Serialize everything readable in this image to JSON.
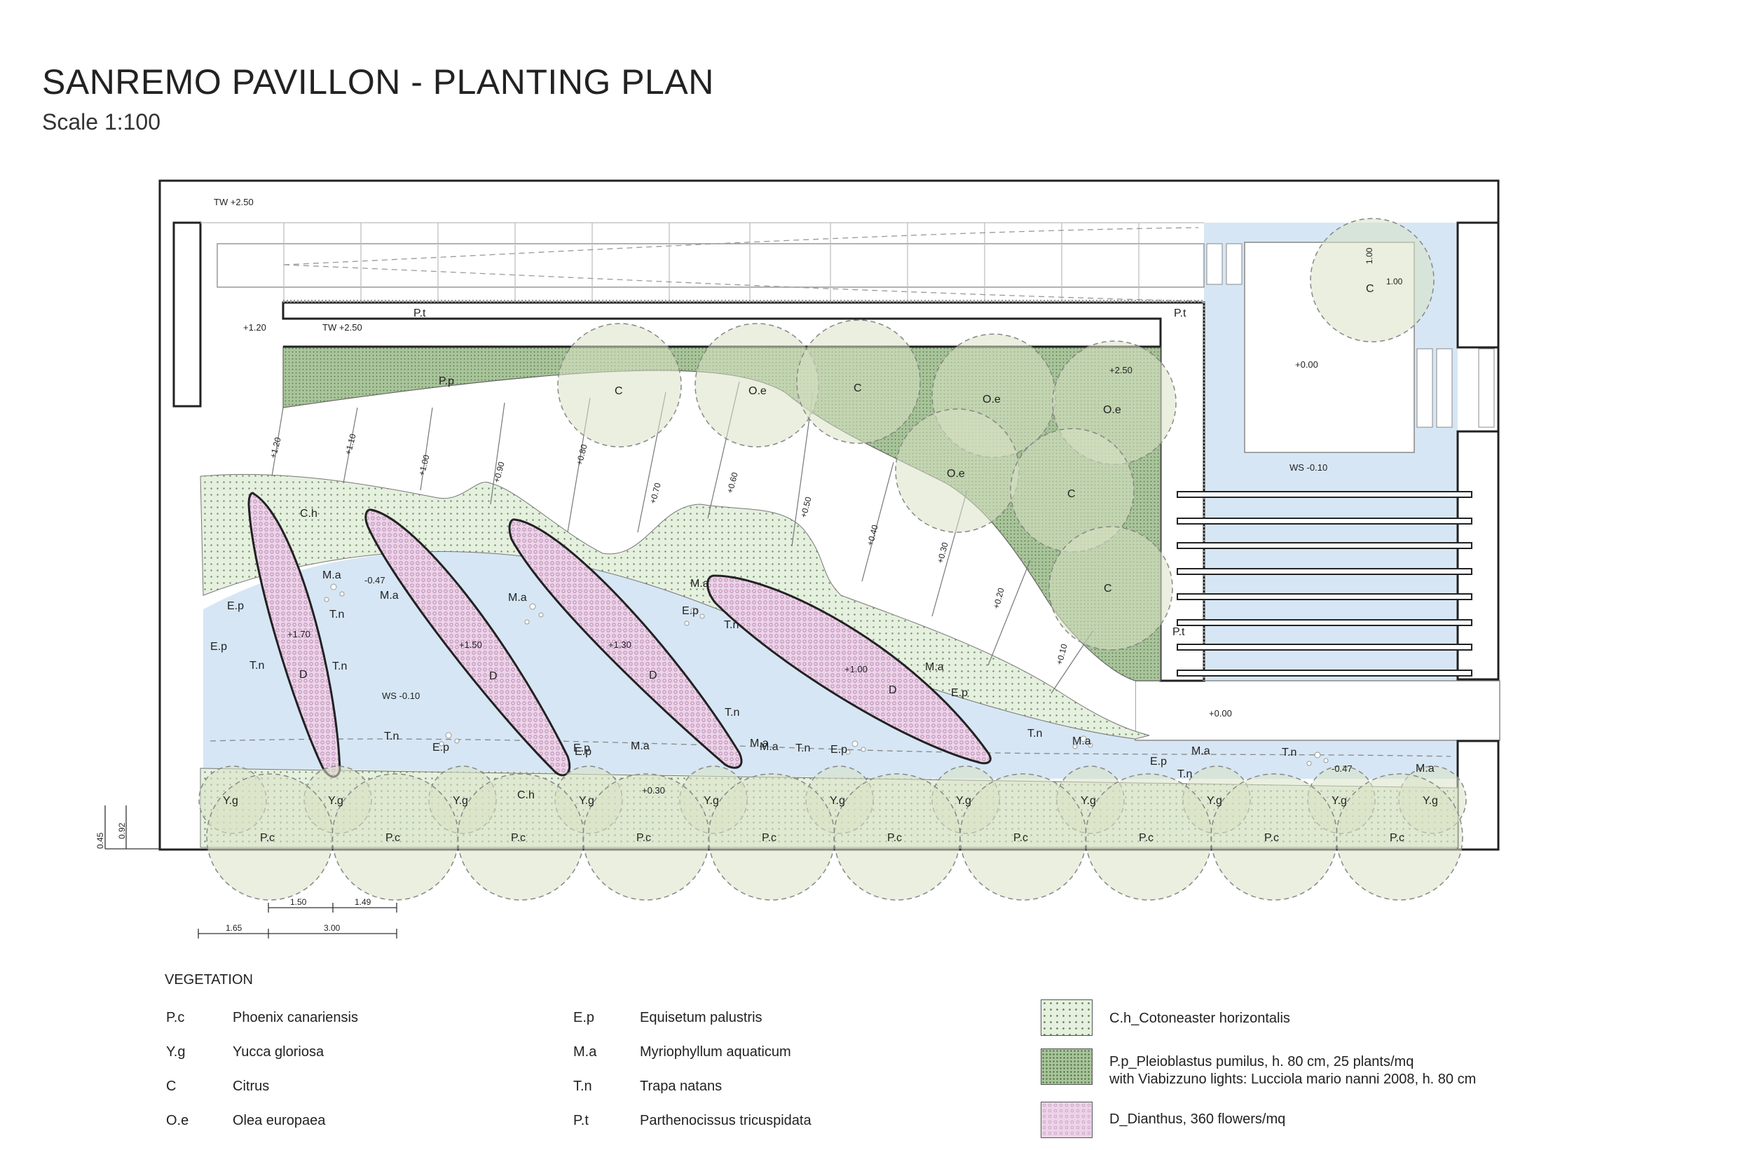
{
  "header": {
    "title": "SANREMO PAVILLON - PLANTING PLAN",
    "scale": "Scale 1:100"
  },
  "plan": {
    "levels": {
      "tw_top": "TW +2.50",
      "tw_inner": "TW +2.50",
      "lvl_120": "+1.20",
      "lvl_250": "+2.50",
      "ws_left": "WS -0.10",
      "ws_right": "WS -0.10",
      "lvl_000_top": "+0.00",
      "lvl_000_right": "+0.00",
      "lvl_170": "+1.70",
      "lvl_150": "+1.50",
      "lvl_130": "+1.30",
      "lvl_100": "+1.00",
      "lvl_n047_left": "-0.47",
      "lvl_n047_right": "-0.47",
      "lvl_030": "+0.30"
    },
    "ramp_levels": [
      "+1.20",
      "+1.10",
      "+1.00",
      "+0.90",
      "+0.80",
      "+0.70",
      "+0.60",
      "+0.50",
      "+0.40",
      "+0.30",
      "+0.20",
      "+0.10"
    ],
    "tree_dims": {
      "h": "1.00",
      "w": "1.00"
    },
    "dims": {
      "d150": "1.50",
      "d149": "1.49",
      "d165": "1.65",
      "d300": "3.00",
      "d045": "0.45",
      "d092": "0.92"
    },
    "labels": {
      "pt_left": "P.t",
      "pt_right": "P.t",
      "pt_mid": "P.t",
      "pp": "P.p",
      "ch_top": "C.h",
      "ch_bottom": "C.h",
      "c1": "C",
      "oe1": "O.e",
      "c2": "C",
      "oe2": "O.e",
      "oe3": "O.e",
      "oe4": "O.e",
      "c3": "C",
      "c4": "C",
      "c5": "C",
      "d1": "D",
      "d2": "D",
      "d3": "D",
      "d4": "D"
    },
    "aquatic_labels": [
      {
        "t": "E.p"
      },
      {
        "t": "M.a"
      },
      {
        "t": "E.p"
      },
      {
        "t": "M.a"
      },
      {
        "t": "T.n"
      },
      {
        "t": "T.n"
      },
      {
        "t": "M.a"
      },
      {
        "t": "T.n"
      },
      {
        "t": "M.a"
      },
      {
        "t": "E.p"
      },
      {
        "t": "T.n"
      },
      {
        "t": "E.p"
      },
      {
        "t": "M.a"
      },
      {
        "t": "E.p"
      },
      {
        "t": "M.a"
      },
      {
        "t": "T.n"
      },
      {
        "t": "E.p"
      },
      {
        "t": "T.n"
      },
      {
        "t": "M.a"
      },
      {
        "t": "T.n"
      },
      {
        "t": "E.p"
      },
      {
        "t": "M.a"
      },
      {
        "t": "E.p"
      },
      {
        "t": "T.n"
      },
      {
        "t": "M.a"
      },
      {
        "t": "E.p"
      },
      {
        "t": "T.n"
      },
      {
        "t": "M.a"
      },
      {
        "t": "T.n"
      },
      {
        "t": "M.a"
      }
    ],
    "yucca_label": "Y.g",
    "phoenix_label": "P.c"
  },
  "legend": {
    "title": "VEGETATION",
    "col1": [
      {
        "code": "P.c",
        "name": "Phoenix canariensis"
      },
      {
        "code": "Y.g",
        "name": "Yucca gloriosa"
      },
      {
        "code": "C",
        "name": "Citrus"
      },
      {
        "code": "O.e",
        "name": "Olea europaea"
      }
    ],
    "col2": [
      {
        "code": "E.p",
        "name": "Equisetum palustris"
      },
      {
        "code": "M.a",
        "name": "Myriophyllum aquaticum"
      },
      {
        "code": "T.n",
        "name": "Trapa natans"
      },
      {
        "code": "P.t",
        "name": "Parthenocissus tricuspidata"
      }
    ],
    "swatches": {
      "ch": "C.h_Cotoneaster horizontalis",
      "pp_line1": "P.p_Pleioblastus pumilus, h. 80 cm, 25 plants/mq",
      "pp_line2": "with Viabizzuno lights: Lucciola mario nanni 2008, h. 80 cm",
      "d": "D_Dianthus, 360 flowers/mq"
    }
  },
  "colors": {
    "water": "#d6e6f4",
    "ch_fill": "#e6f0df",
    "pp_fill": "#a9c49a",
    "dianthus": "#ecd3e8",
    "tree": "#d9e2c4"
  }
}
